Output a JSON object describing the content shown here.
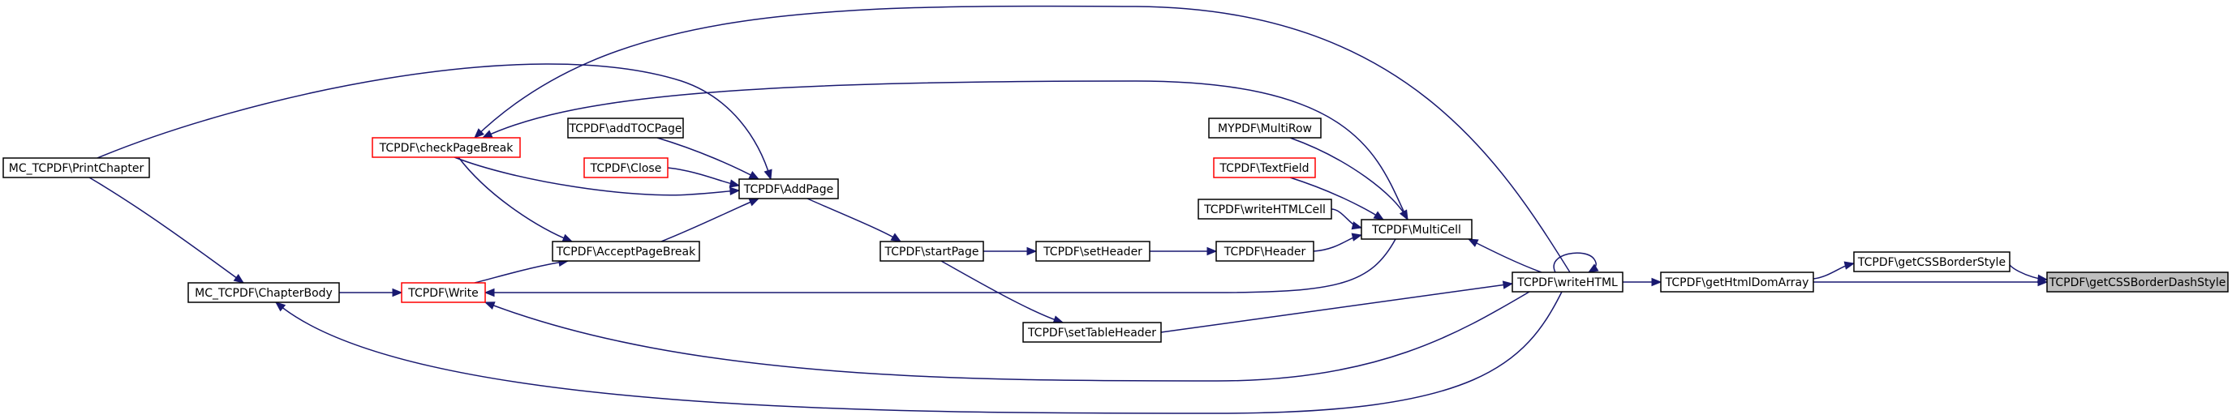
{
  "nodes": [
    {
      "id": "getCSSBorderDashStyle",
      "label": "TCPDF\\getCSSBorderDashStyle",
      "style": "current"
    },
    {
      "id": "getCSSBorderStyle",
      "label": "TCPDF\\getCSSBorderStyle",
      "style": "normal"
    },
    {
      "id": "getHtmlDomArray",
      "label": "TCPDF\\getHtmlDomArray",
      "style": "normal"
    },
    {
      "id": "writeHTML",
      "label": "TCPDF\\writeHTML",
      "style": "normal"
    },
    {
      "id": "MultiCell",
      "label": "TCPDF\\MultiCell",
      "style": "normal"
    },
    {
      "id": "MultiRow",
      "label": "MYPDF\\MultiRow",
      "style": "normal"
    },
    {
      "id": "TextField",
      "label": "TCPDF\\TextField",
      "style": "missing"
    },
    {
      "id": "writeHTMLCell",
      "label": "TCPDF\\writeHTMLCell",
      "style": "normal"
    },
    {
      "id": "Header",
      "label": "TCPDF\\Header",
      "style": "normal"
    },
    {
      "id": "setHeader",
      "label": "TCPDF\\setHeader",
      "style": "normal"
    },
    {
      "id": "setTableHeader",
      "label": "TCPDF\\setTableHeader",
      "style": "normal"
    },
    {
      "id": "startPage",
      "label": "TCPDF\\startPage",
      "style": "normal"
    },
    {
      "id": "AddPage",
      "label": "TCPDF\\AddPage",
      "style": "normal"
    },
    {
      "id": "addTOCPage",
      "label": "TCPDF\\addTOCPage",
      "style": "normal"
    },
    {
      "id": "Close",
      "label": "TCPDF\\Close",
      "style": "missing"
    },
    {
      "id": "checkPageBreak",
      "label": "TCPDF\\checkPageBreak",
      "style": "missing"
    },
    {
      "id": "AcceptPageBreak",
      "label": "TCPDF\\AcceptPageBreak",
      "style": "normal"
    },
    {
      "id": "Write",
      "label": "TCPDF\\Write",
      "style": "missing"
    },
    {
      "id": "ChapterBody",
      "label": "MC_TCPDF\\ChapterBody",
      "style": "normal"
    },
    {
      "id": "PrintChapter",
      "label": "MC_TCPDF\\PrintChapter",
      "style": "normal"
    }
  ],
  "edges": [
    {
      "from": "getCSSBorderStyle",
      "to": "getCSSBorderDashStyle"
    },
    {
      "from": "getHtmlDomArray",
      "to": "getCSSBorderDashStyle"
    },
    {
      "from": "getHtmlDomArray",
      "to": "getCSSBorderStyle"
    },
    {
      "from": "writeHTML",
      "to": "getHtmlDomArray"
    },
    {
      "from": "writeHTML",
      "to": "writeHTML"
    },
    {
      "from": "writeHTML",
      "to": "MultiCell"
    },
    {
      "from": "writeHTML",
      "to": "checkPageBreak"
    },
    {
      "from": "writeHTML",
      "to": "Write"
    },
    {
      "from": "writeHTML",
      "to": "ChapterBody"
    },
    {
      "from": "setTableHeader",
      "to": "writeHTML"
    },
    {
      "from": "MultiCell",
      "to": "Write"
    },
    {
      "from": "MultiCell",
      "to": "checkPageBreak"
    },
    {
      "from": "MultiRow",
      "to": "MultiCell"
    },
    {
      "from": "TextField",
      "to": "MultiCell"
    },
    {
      "from": "writeHTMLCell",
      "to": "MultiCell"
    },
    {
      "from": "Header",
      "to": "MultiCell"
    },
    {
      "from": "setHeader",
      "to": "Header"
    },
    {
      "from": "startPage",
      "to": "setHeader"
    },
    {
      "from": "startPage",
      "to": "setTableHeader"
    },
    {
      "from": "AddPage",
      "to": "startPage"
    },
    {
      "from": "addTOCPage",
      "to": "AddPage"
    },
    {
      "from": "Close",
      "to": "AddPage"
    },
    {
      "from": "checkPageBreak",
      "to": "AddPage"
    },
    {
      "from": "checkPageBreak",
      "to": "AcceptPageBreak"
    },
    {
      "from": "AcceptPageBreak",
      "to": "AddPage"
    },
    {
      "from": "Write",
      "to": "AcceptPageBreak"
    },
    {
      "from": "ChapterBody",
      "to": "Write"
    },
    {
      "from": "PrintChapter",
      "to": "AddPage"
    },
    {
      "from": "PrintChapter",
      "to": "ChapterBody"
    }
  ],
  "colors": {
    "edge": "#191970",
    "missing_border": "#ff0000",
    "current_fill": "#bfbfbf",
    "node_border": "#000000"
  }
}
